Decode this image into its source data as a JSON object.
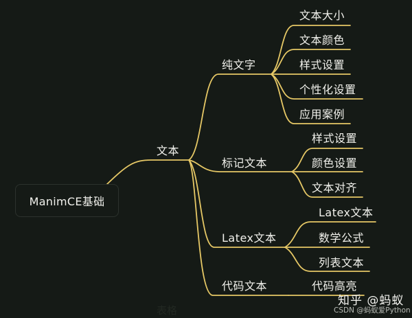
{
  "mindmap": {
    "root": {
      "label": "ManimCE基础"
    },
    "level1": [
      {
        "label": "文本"
      }
    ],
    "level2": [
      {
        "label": "纯文字"
      },
      {
        "label": "标记文本"
      },
      {
        "label": "Latex文本"
      },
      {
        "label": "代码文本"
      }
    ],
    "leaves": {
      "pure_text": [
        {
          "label": "文本大小"
        },
        {
          "label": "文本颜色"
        },
        {
          "label": "样式设置"
        },
        {
          "label": "个性化设置"
        },
        {
          "label": "应用案例"
        }
      ],
      "markup_text": [
        {
          "label": "样式设置"
        },
        {
          "label": "颜色设置"
        },
        {
          "label": "文本对齐"
        }
      ],
      "latex_text": [
        {
          "label": "Latex文本"
        },
        {
          "label": "数学公式"
        },
        {
          "label": "列表文本"
        }
      ],
      "code_text": [
        {
          "label": "代码高亮"
        }
      ]
    },
    "faint_hidden_node": {
      "label": "表格"
    }
  },
  "colors": {
    "background": "#151a16",
    "branch_line": "#e6c866",
    "text": "#f1f1ec",
    "root_border": "#2c322d"
  },
  "watermarks": {
    "zhihu": "知乎 @蚂蚁",
    "csdn": "CSDN @蚂蚁爱Python"
  }
}
